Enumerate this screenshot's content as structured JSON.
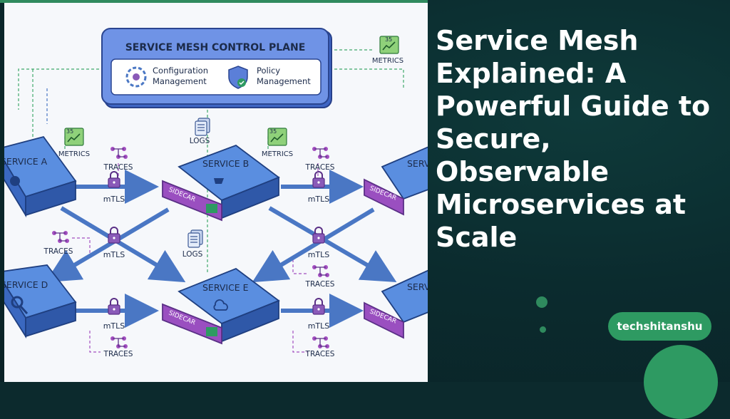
{
  "page": {
    "title": "Service Mesh Explained: A Powerful Guide to Secure, Observable Microservices at Scale",
    "brand": "techshitanshu"
  },
  "control_plane": {
    "title": "SERVICE MESH CONTROL PLANE",
    "config_label_1": "Configuration",
    "config_label_2": "Management",
    "policy_label_1": "Policy",
    "policy_label_2": "Management"
  },
  "services": {
    "a": "SERVICE A",
    "b": "SERVICE B",
    "c": "SERV",
    "d": "SERVICE D",
    "e": "SERVICE E",
    "f": "SERV"
  },
  "sidecar_label": "SIDECAR",
  "labels": {
    "metrics": "METRICS",
    "metrics_value": "35",
    "traces": "TRACES",
    "logs": "LOGS",
    "mtls": "mTLS"
  },
  "colors": {
    "background": "#0c2a2d",
    "accent": "#2e9a62",
    "control_plane": "#5b7fd8",
    "service_box": "#4f83d9",
    "sidecar": "#9a4fc0",
    "arrow": "#4a77c4"
  }
}
